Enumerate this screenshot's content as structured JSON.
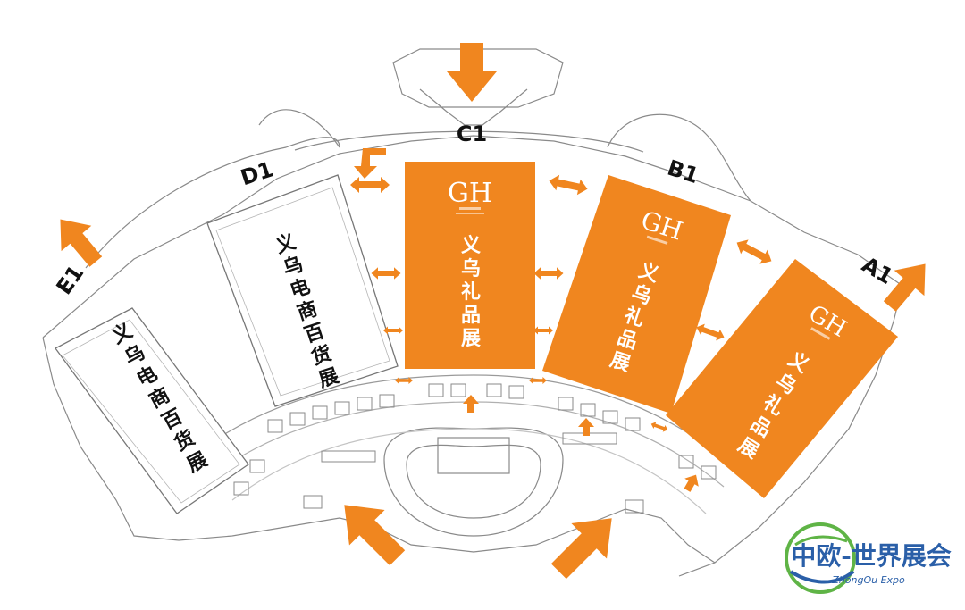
{
  "colors": {
    "orange": "#f0861f",
    "line": "#777777",
    "line_light": "#b5b5b5",
    "text": "#111111",
    "logo_blue": "#2a5fa8",
    "logo_green": "#5fb446"
  },
  "halls": {
    "A1": {
      "code": "A1",
      "chars": [
        "义",
        "乌",
        "礼",
        "品",
        "展"
      ],
      "highlighted": true
    },
    "B1": {
      "code": "B1",
      "chars": [
        "义",
        "乌",
        "礼",
        "品",
        "展"
      ],
      "highlighted": true
    },
    "C1": {
      "code": "C1",
      "chars": [
        "义",
        "乌",
        "礼",
        "品",
        "展"
      ],
      "highlighted": true
    },
    "D1": {
      "code": "D1",
      "chars": [
        "义",
        "乌",
        "电",
        "商",
        "百",
        "货",
        "展"
      ],
      "highlighted": false
    },
    "E1": {
      "code": "E1",
      "chars": [
        "义",
        "乌",
        "电",
        "商",
        "百",
        "货",
        "展"
      ],
      "highlighted": false
    }
  },
  "gift_logo": {
    "letters": "GH"
  },
  "watermark": {
    "title": "中欧-世界展会",
    "subtitle": "ZhongOu Expo",
    "icon": "globe-icon"
  }
}
